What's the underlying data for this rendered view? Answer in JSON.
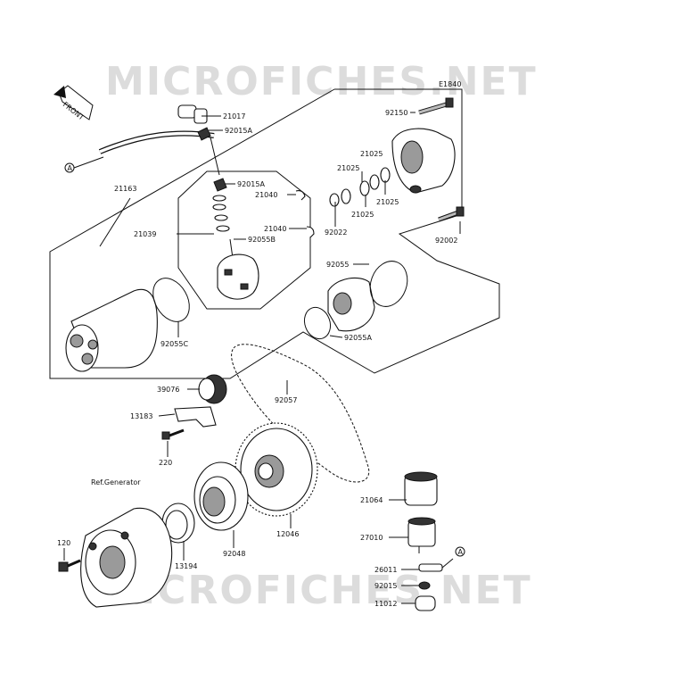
{
  "watermark": {
    "top": "MICROFICHES.NET",
    "bottom": "MICROFICHES.NET"
  },
  "diagram_code": "E1840",
  "front_label": "FRONT",
  "ref_generator": "Ref.Generator",
  "connectors": {
    "a_left": "A",
    "a_right": "A"
  },
  "parts": {
    "p21017": "21017",
    "p92015a_top": "92015A",
    "p92150": "92150",
    "p21025_a": "21025",
    "p21025_b": "21025",
    "p21025_c": "21025",
    "p21025_d": "21025",
    "p21163": "21163",
    "p92015a_mid": "92015A",
    "p21040_a": "21040",
    "p21039": "21039",
    "p21040_b": "21040",
    "p92055b": "92055B",
    "p92022": "92022",
    "p92002": "92002",
    "p92055": "92055",
    "p92055c": "92055C",
    "p92055a": "92055A",
    "p39076": "39076",
    "p92057": "92057",
    "p13183": "13183",
    "p220": "220",
    "p21064": "21064",
    "p27010": "27010",
    "p12046": "12046",
    "p13194": "13194",
    "p92048": "92048",
    "p120": "120",
    "p26011": "26011",
    "p92015": "92015",
    "p11012": "11012"
  }
}
